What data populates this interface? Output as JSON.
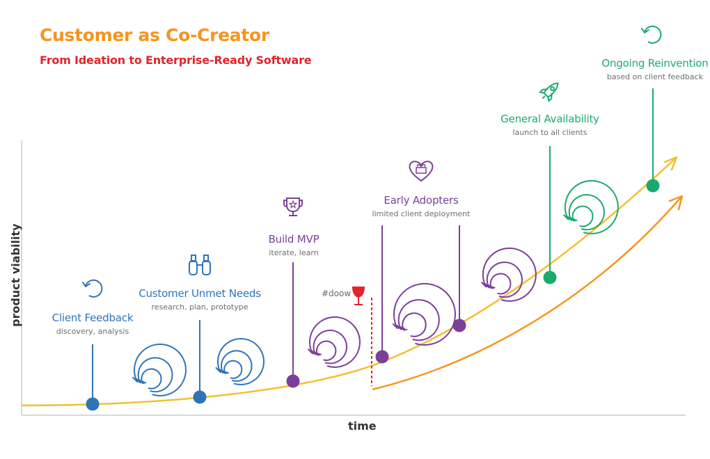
{
  "header": {
    "title": "Customer as Co-Creator",
    "subtitle": "From Ideation to Enterprise-Ready Software"
  },
  "axes": {
    "x_label": "time",
    "y_label": "product viability"
  },
  "tag": {
    "text": "#doow",
    "icon": "wine-glass-icon"
  },
  "colors": {
    "title": "#f7941d",
    "subtitle": "#e3242b",
    "blue": "#2f74b7",
    "purple": "#7b3f98",
    "green": "#1aaa6e",
    "yellow_curve": "#f2bf2e",
    "orange_curve": "#f7941d",
    "marker": "#e3242b",
    "axis": "#cccccc"
  },
  "stages": [
    {
      "name": "Client Feedback",
      "desc": "discovery, analysis",
      "color": "blue",
      "icon": "refresh-icon"
    },
    {
      "name": "Customer Unmet Needs",
      "desc": "research, plan, prototype",
      "color": "blue",
      "icon": "binoculars-icon"
    },
    {
      "name": "Build MVP",
      "desc": "iterate, learn",
      "color": "purple",
      "icon": "trophy-icon"
    },
    {
      "name": "Early Adopters",
      "desc": "limited client deployment",
      "color": "purple",
      "icon": "heart-gift-icon"
    },
    {
      "name": "General Availability",
      "desc": "launch to all clients",
      "color": "green",
      "icon": "rocket-icon"
    },
    {
      "name": "Ongoing Reinvention",
      "desc": "based on client feedback",
      "color": "green",
      "icon": "refresh-icon"
    }
  ]
}
